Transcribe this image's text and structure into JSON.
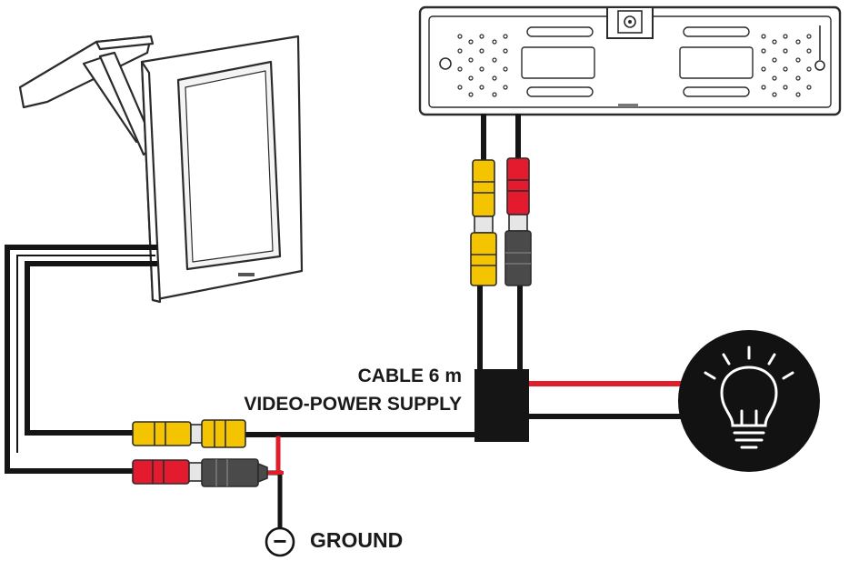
{
  "labels": {
    "cable_length": "CABLE 6 m",
    "cable_type": "VIDEO-POWER SUPPLY",
    "ground": "GROUND",
    "ground_symbol": "−"
  },
  "colors": {
    "wire_black": "#151515",
    "wire_red": "#e01e2a",
    "plug_yellow": "#f5c400",
    "plug_red": "#e41b2e",
    "plug_gray": "#4a4a4a",
    "outline": "#2b2b2b",
    "lamp_bg": "#121212"
  },
  "icons": [
    "monitor-icon",
    "license-plate-camera-icon",
    "light-bulb-icon",
    "ground-symbol-icon"
  ]
}
